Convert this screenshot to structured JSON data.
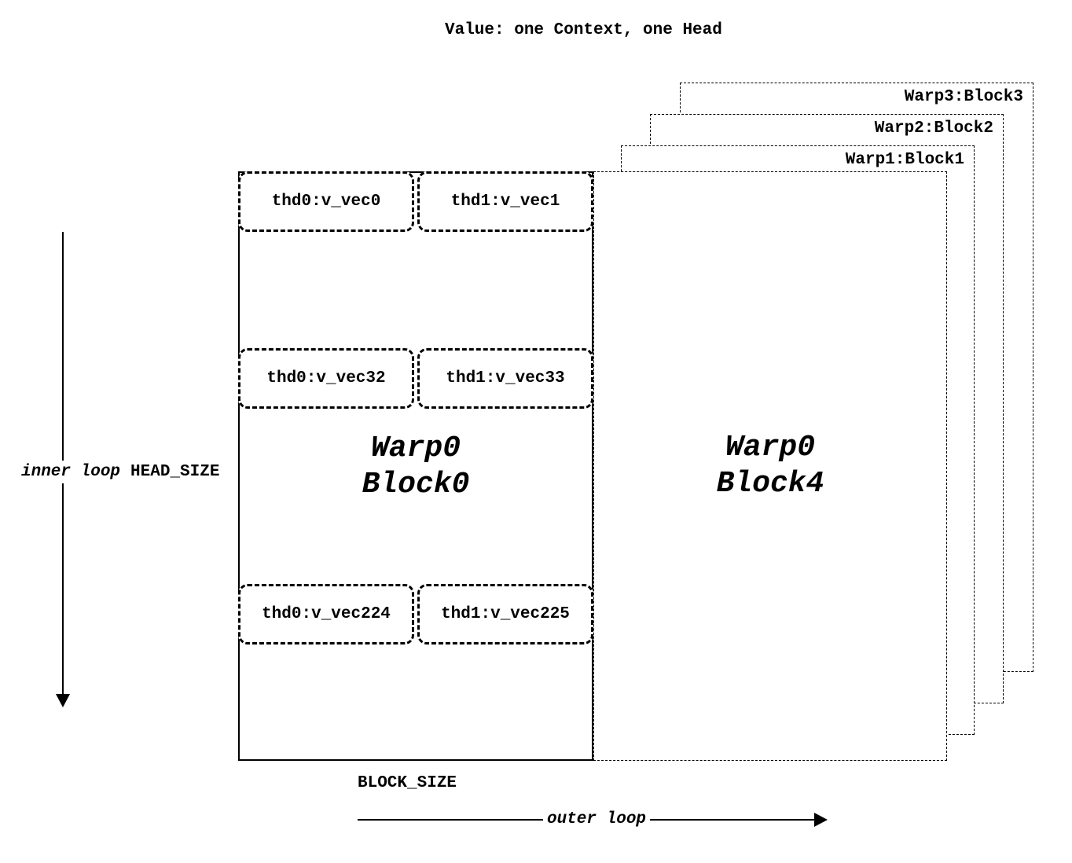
{
  "title": "Value: one Context, one Head",
  "block0": {
    "name_line1": "Warp0",
    "name_line2": "Block0",
    "thread_rows": [
      {
        "left": "thd0:v_vec0",
        "right": "thd1:v_vec1"
      },
      {
        "left": "thd0:v_vec32",
        "right": "thd1:v_vec33"
      },
      {
        "left": "thd0:v_vec224",
        "right": "thd1:v_vec225"
      }
    ]
  },
  "block4": {
    "name_line1": "Warp0",
    "name_line2": "Block4"
  },
  "stacked_blocks": [
    {
      "label": "Warp1:Block1"
    },
    {
      "label": "Warp2:Block2"
    },
    {
      "label": "Warp3:Block3"
    }
  ],
  "annotations": {
    "inner_loop": "inner loop",
    "head_size": "HEAD_SIZE",
    "block_size": "BLOCK_SIZE",
    "outer_loop": "outer loop"
  },
  "colors": {
    "foreground": "#000000",
    "background": "#ffffff"
  }
}
